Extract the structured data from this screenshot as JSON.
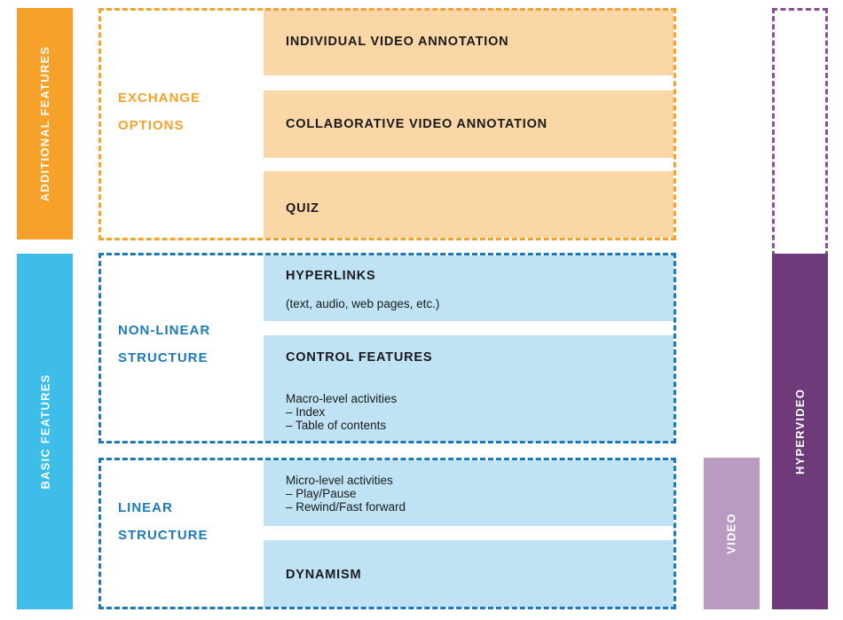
{
  "colors": {
    "orange": "#f5a12a",
    "orange_light": "#fbd7a8",
    "blue": "#3fbde9",
    "blue_light": "#bfe3f5",
    "blue_dark": "#1c79b8",
    "purple": "#6f3a7a",
    "purple_light": "#b99bc2",
    "purple_dashed": "#8a4f96"
  },
  "side_labels": {
    "additional": "ADDITIONAL FEATURES",
    "basic": "BASIC FEATURES",
    "video": "VIDEO",
    "hypervideo": "HYPERVIDEO"
  },
  "groups": {
    "exchange": [
      "EXCHANGE",
      "OPTIONS"
    ],
    "nonlinear": [
      "NON-LINEAR",
      "STRUCTURE"
    ],
    "linear": [
      "LINEAR",
      "STRUCTURE"
    ]
  },
  "boxes": {
    "individual": "INDIVIDUAL VIDEO ANNOTATION",
    "collaborative": "COLLABORATIVE VIDEO ANNOTATION",
    "quiz": "QUIZ",
    "hyperlinks": {
      "title": "HYPERLINKS",
      "sub": "(text, audio, web pages, etc.)"
    },
    "control": {
      "title": "CONTROL FEATURES",
      "lines": [
        "Macro-level activities",
        "– Index",
        "– Table of contents"
      ]
    },
    "micro": {
      "lines": [
        "Micro-level activities",
        "– Play/Pause",
        "– Rewind/Fast forward"
      ]
    },
    "dynamism": "DYNAMISM"
  }
}
